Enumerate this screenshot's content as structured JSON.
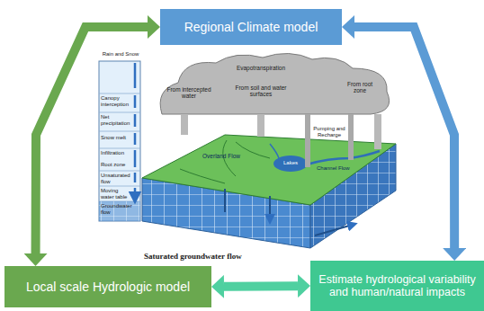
{
  "diagram": {
    "nodes": [
      {
        "text": [
          "Regional Climate model"
        ]
      },
      {
        "text": [
          "Local scale Hydrologic model"
        ]
      },
      {
        "text": [
          "Estimate hydrological variability and human/natural impacts"
        ]
      }
    ],
    "edges": [
      {
        "from": 0,
        "to": 1,
        "arrow": "both"
      },
      {
        "from": 0,
        "to": 2,
        "arrow": "both"
      },
      {
        "from": 1,
        "to": 2,
        "arrow": "both"
      }
    ],
    "labels": [
      "Rain and Snow",
      "Evapotranspiration",
      "Canopy interception",
      "From intercepted water",
      "From soil and water surfaces",
      "From root zone",
      "Net precipitation",
      "Pumping and Recharge",
      "Snow melt",
      "Overland Flow",
      "Infiltration",
      "Lakes",
      "Root zone",
      "Channel Flow",
      "Unsaturated flow",
      "Moving water table",
      "Groundwater flow",
      "Saturated groundwater flow"
    ]
  }
}
